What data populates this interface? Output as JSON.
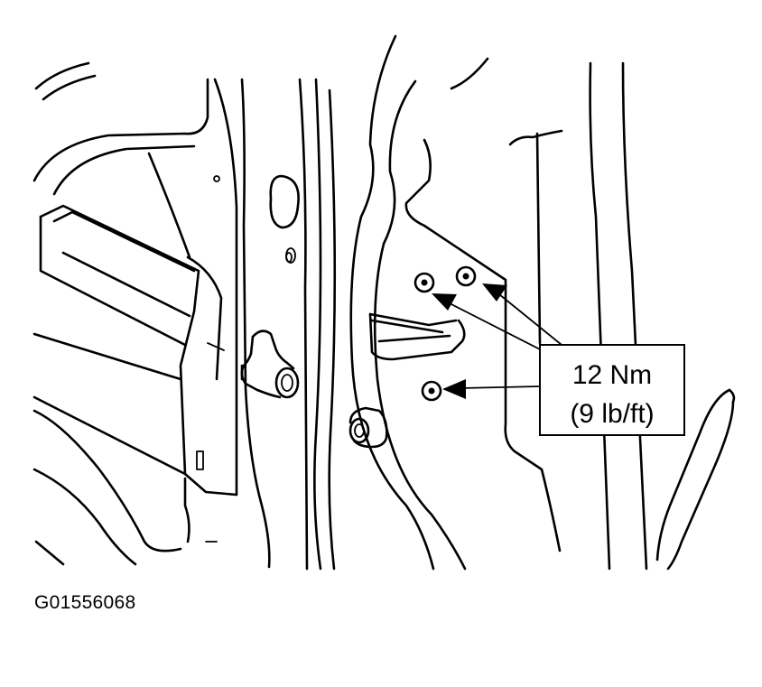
{
  "callout": {
    "torque_metric": "12 Nm",
    "torque_imperial": "(9 lb/ft)"
  },
  "figure_id": "G01556068"
}
